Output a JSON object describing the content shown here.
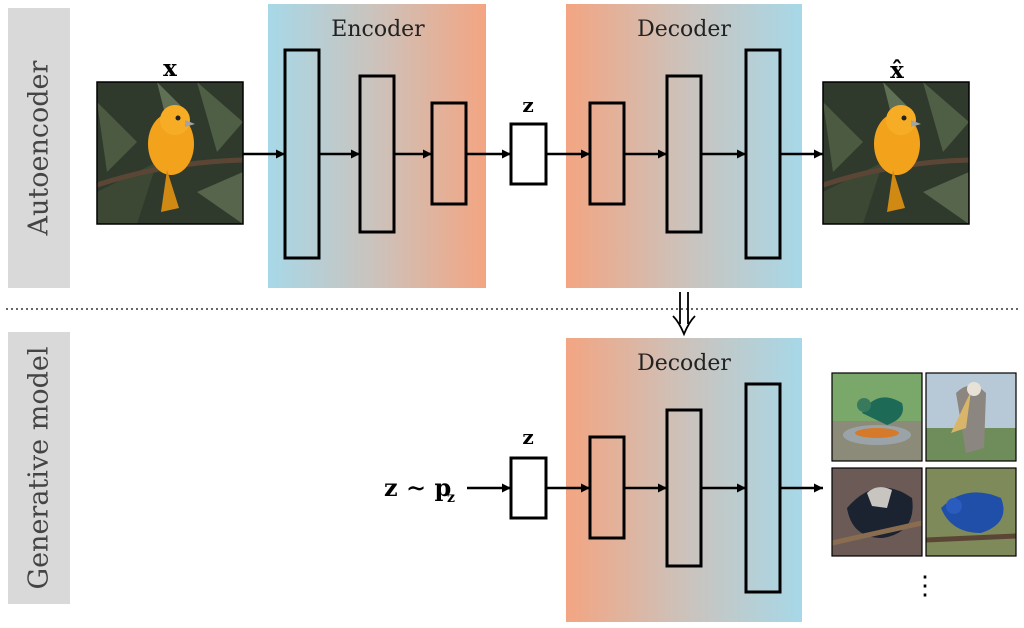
{
  "panels": {
    "top": "Autoencoder",
    "bottom": "Generative model"
  },
  "blocks": {
    "encoder": "Encoder",
    "decoder": "Decoder",
    "decoder_generative": "Decoder"
  },
  "math": {
    "input": "x",
    "output": "x̂",
    "latent": "z",
    "latent_generative": "z",
    "sampling": "z ∼ p",
    "sampling_sub": "z"
  },
  "continuation": "⋮",
  "colors": {
    "blue": "#a7d8e8",
    "salmon": "#f3a582",
    "panel_gray": "#d9d9d9"
  },
  "icons": [
    "bird-photo",
    "arrow-right",
    "double-arrow-down"
  ]
}
